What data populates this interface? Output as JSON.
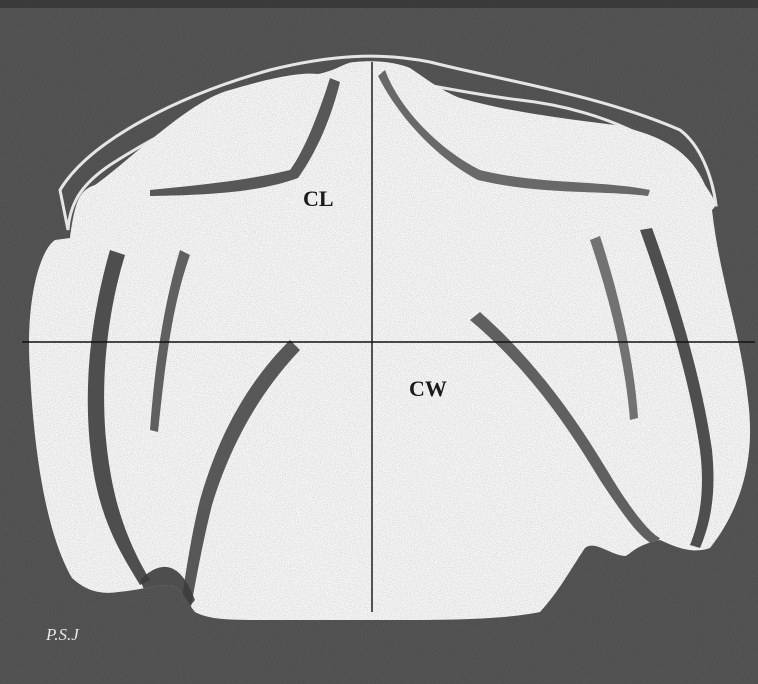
{
  "labels": {
    "carapace_length": "CL",
    "carapace_width": "CW"
  },
  "signature": "P.S.J",
  "colors": {
    "background_stipple": "#4d4d4d",
    "specimen": "#fbfbfb",
    "shading": "#3a3a3a",
    "measure_line": "#111111"
  }
}
